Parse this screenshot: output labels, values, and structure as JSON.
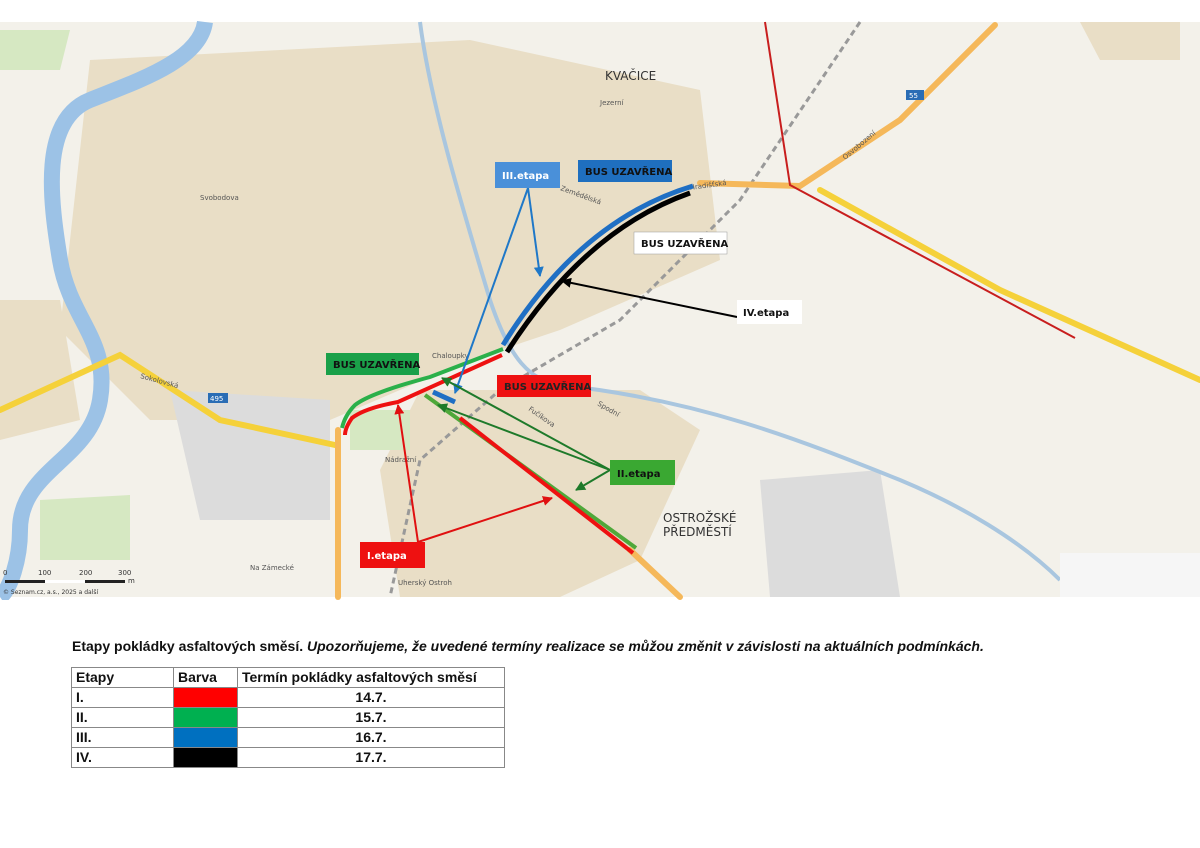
{
  "map": {
    "places": [
      "KVAČICE",
      "OSTROŽSKÉ",
      "PŘEDMĚSTÍ"
    ],
    "streets": [
      "Chaloupky",
      "Nádražní",
      "Sokolovská",
      "Hradišťská",
      "Osvobození",
      "Fučíkova",
      "Spodní",
      "Na Zámecké",
      "Zemědělská",
      "Svobodova",
      "Jezerní",
      "Uherský Ostroh"
    ],
    "road_numbers": [
      "55",
      "495"
    ],
    "labels": {
      "stage3": "III.etapa",
      "stage4": "IV.etapa",
      "stage2": "II.etapa",
      "stage1": "I.etapa",
      "bus_closed": "BUS UZAVŘENA"
    },
    "scale": {
      "ticks": [
        "0",
        "100",
        "200",
        "300"
      ],
      "unit": "m"
    },
    "attribution": "© Seznam.cz, a.s., 2025 a další"
  },
  "colors": {
    "stage1": "#ff0000",
    "stage2": "#00b050",
    "stage3": "#0070c0",
    "stage4": "#000000"
  },
  "caption": {
    "bold": "Etapy pokládky asfaltových směsí.",
    "italic": "Upozorňujeme, že uvedené termíny realizace se můžou změnit v závislosti na aktuálních podmínkách."
  },
  "table": {
    "headers": [
      "Etapy",
      "Barva",
      "Termín pokládky asfaltových směsí"
    ],
    "rows": [
      {
        "stage": "I.",
        "color": "#ff0000",
        "date": "14.7."
      },
      {
        "stage": "II.",
        "color": "#00b050",
        "date": "15.7."
      },
      {
        "stage": "III.",
        "color": "#0070c0",
        "date": "16.7."
      },
      {
        "stage": "IV.",
        "color": "#000000",
        "date": "17.7."
      }
    ]
  }
}
